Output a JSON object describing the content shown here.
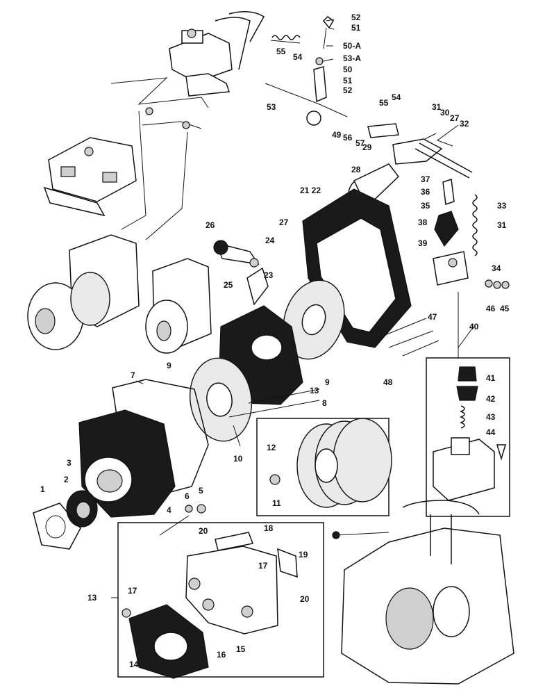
{
  "labels": [
    {
      "id": "l52a",
      "text": "52"
    },
    {
      "id": "l51a",
      "text": "51"
    },
    {
      "id": "l50A",
      "text": "50-A"
    },
    {
      "id": "l53A",
      "text": "53-A"
    },
    {
      "id": "l55a",
      "text": "55"
    },
    {
      "id": "l54a",
      "text": "54"
    },
    {
      "id": "l50",
      "text": "50"
    },
    {
      "id": "l51b",
      "text": "51"
    },
    {
      "id": "l52b",
      "text": "52"
    },
    {
      "id": "l53",
      "text": "53"
    },
    {
      "id": "l54b",
      "text": "54"
    },
    {
      "id": "l55b",
      "text": "55"
    },
    {
      "id": "l31a",
      "text": "31"
    },
    {
      "id": "l30",
      "text": "30"
    },
    {
      "id": "l27a",
      "text": "27"
    },
    {
      "id": "l32",
      "text": "32"
    },
    {
      "id": "l49",
      "text": "49"
    },
    {
      "id": "l56",
      "text": "56"
    },
    {
      "id": "l57",
      "text": "57"
    },
    {
      "id": "l29",
      "text": "29"
    },
    {
      "id": "l28",
      "text": "28"
    },
    {
      "id": "l37",
      "text": "37"
    },
    {
      "id": "l36",
      "text": "36"
    },
    {
      "id": "l35",
      "text": "35"
    },
    {
      "id": "l33",
      "text": "33"
    },
    {
      "id": "l2122",
      "text": "21 22"
    },
    {
      "id": "l26",
      "text": "26"
    },
    {
      "id": "l27b",
      "text": "27"
    },
    {
      "id": "l38",
      "text": "38"
    },
    {
      "id": "l31b",
      "text": "31"
    },
    {
      "id": "l39",
      "text": "39"
    },
    {
      "id": "l34",
      "text": "34"
    },
    {
      "id": "l24",
      "text": "24"
    },
    {
      "id": "l23",
      "text": "23"
    },
    {
      "id": "l25",
      "text": "25"
    },
    {
      "id": "l46",
      "text": "46"
    },
    {
      "id": "l45",
      "text": "45"
    },
    {
      "id": "l47",
      "text": "47"
    },
    {
      "id": "l40",
      "text": "40"
    },
    {
      "id": "l9a",
      "text": "9"
    },
    {
      "id": "l13a",
      "text": "13"
    },
    {
      "id": "l9b",
      "text": "9"
    },
    {
      "id": "l8",
      "text": "8"
    },
    {
      "id": "l7",
      "text": "7"
    },
    {
      "id": "l48",
      "text": "48"
    },
    {
      "id": "l41",
      "text": "41"
    },
    {
      "id": "l42",
      "text": "42"
    },
    {
      "id": "l43",
      "text": "43"
    },
    {
      "id": "l44",
      "text": "44"
    },
    {
      "id": "l12",
      "text": "12"
    },
    {
      "id": "l10",
      "text": "10"
    },
    {
      "id": "l3",
      "text": "3"
    },
    {
      "id": "l11",
      "text": "11"
    },
    {
      "id": "l1",
      "text": "1"
    },
    {
      "id": "l2",
      "text": "2"
    },
    {
      "id": "l6",
      "text": "6"
    },
    {
      "id": "l5",
      "text": "5"
    },
    {
      "id": "l4",
      "text": "4"
    },
    {
      "id": "l20a",
      "text": "20"
    },
    {
      "id": "l18",
      "text": "18"
    },
    {
      "id": "l19",
      "text": "19"
    },
    {
      "id": "l17a",
      "text": "17"
    },
    {
      "id": "l13b",
      "text": "13"
    },
    {
      "id": "l17b",
      "text": "17"
    },
    {
      "id": "l20b",
      "text": "20"
    },
    {
      "id": "l16",
      "text": "16"
    },
    {
      "id": "l15",
      "text": "15"
    },
    {
      "id": "l14",
      "text": "14"
    }
  ]
}
